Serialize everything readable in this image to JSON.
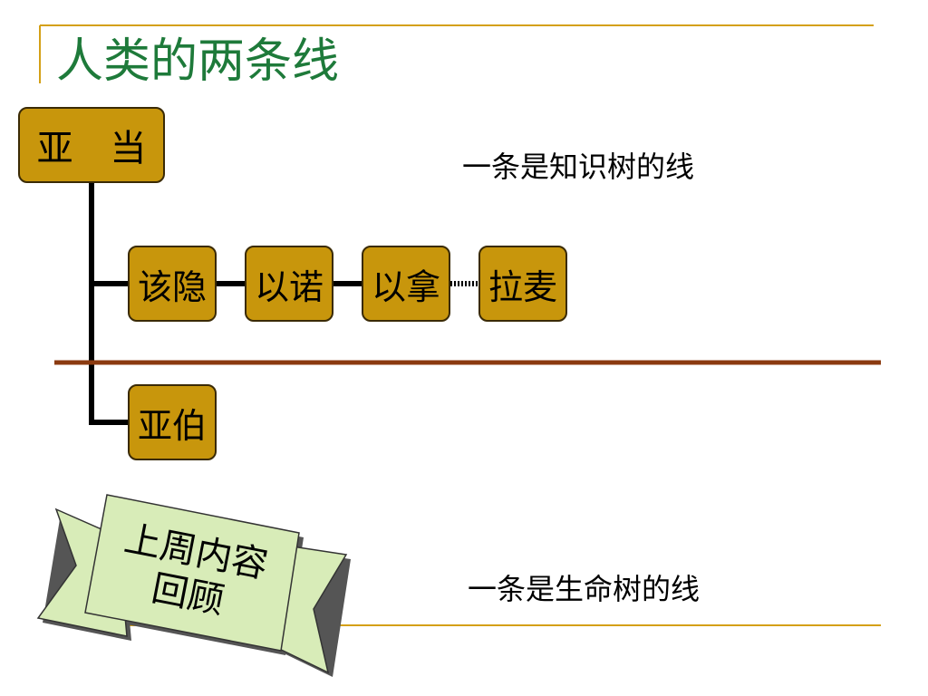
{
  "slide": {
    "title": "人类的两条线",
    "adam_label": "亚 当",
    "upper_line_nodes": [
      "该隐",
      "以诺",
      "以拿",
      "拉麦"
    ],
    "lower_line_node": "亚伯",
    "upper_caption": "一条是知识树的线",
    "lower_caption": "一条是生命树的线",
    "ribbon_line1": "上周内容",
    "ribbon_line2": "回顾",
    "colors": {
      "title": "#1e7a3a",
      "node_fill": "#c8960c",
      "divider": "#8b3a10",
      "accent_line": "#d4a017",
      "ribbon_fill": "#d8ecb8"
    }
  }
}
